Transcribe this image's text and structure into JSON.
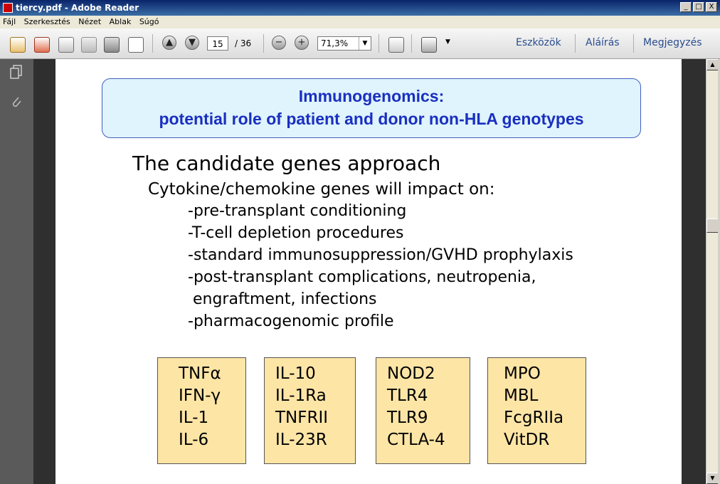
{
  "window": {
    "title": "tiercy.pdf - Adobe Reader",
    "buttons": {
      "minimize": "_",
      "maximize": "□",
      "close": "X"
    }
  },
  "menu": [
    "Fájl",
    "Szerkesztés",
    "Nézet",
    "Ablak",
    "Súgó"
  ],
  "toolbar": {
    "icons": [
      "create-pdf-icon",
      "combine-icon",
      "edit-icon",
      "save-icon",
      "print-icon",
      "email-icon",
      "prev-page-icon",
      "next-page-icon",
      "zoom-out-icon",
      "zoom-in-icon",
      "fit-page-icon",
      "fullscreen-icon",
      "more-icon"
    ],
    "page_current": "15",
    "page_total": "/ 36",
    "zoom_value": "71,3%",
    "zoom_out_symbol": "−",
    "zoom_in_symbol": "+",
    "prev_symbol": "▲",
    "next_symbol": "▼",
    "links": {
      "tools": "Eszközök",
      "sign": "Aláírás",
      "comment": "Megjegyzés"
    }
  },
  "slide": {
    "title_line1": "Immunogenomics:",
    "title_line2": "potential role of patient and donor non-HLA genotypes",
    "heading": "The candidate genes approach",
    "subheading": "Cytokine/chemokine genes will impact on:",
    "items": [
      "-pre-transplant conditioning",
      "-T-cell depletion procedures",
      "-standard immunosuppression/GVHD prophylaxis",
      "-post-transplant complications, neutropenia,",
      " engraftment, infections",
      "-pharmacogenomic profile"
    ],
    "gene_boxes": [
      [
        "TNFα",
        "IFN-γ",
        "IL-1",
        "IL-6"
      ],
      [
        "IL-10",
        "IL-1Ra",
        "TNFRII",
        "IL-23R"
      ],
      [
        "NOD2",
        "TLR4",
        "TLR9",
        "CTLA-4"
      ],
      [
        "MPO",
        "MBL",
        "FcgRIIa",
        "VitDR"
      ]
    ]
  },
  "colors": {
    "title_text": "#1a2fc0",
    "title_bg": "#dff4fc",
    "gene_box_bg": "#fde5a6",
    "doc_background": "#2f2f2f"
  }
}
